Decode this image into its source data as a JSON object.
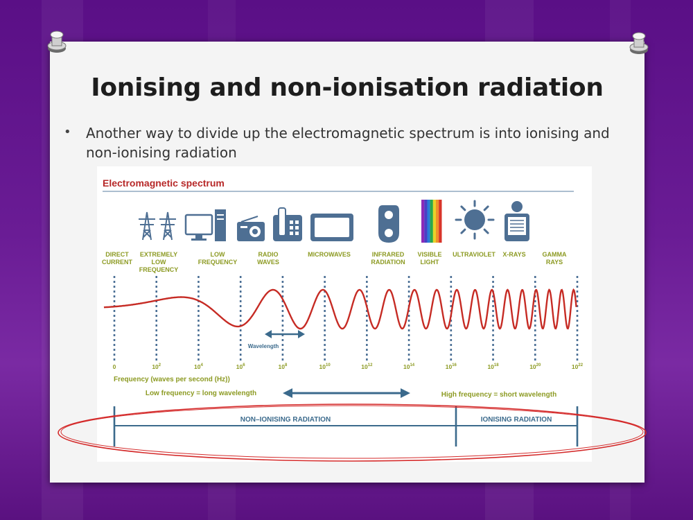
{
  "slide": {
    "title": "Ionising and non-ionisation radiation",
    "bullet_marker": "•",
    "bullet_text": "Another way to divide up the electromagnetic spectrum is into ionising and non-ionising radiation"
  },
  "figure": {
    "title": "Electromagnetic spectrum",
    "bands": [
      {
        "label": [
          "DIRECT",
          "CURRENT"
        ],
        "icon": "none"
      },
      {
        "label": [
          "EXTREMELY",
          "LOW",
          "FREQUENCY"
        ],
        "icon": "power-pylon-icon"
      },
      {
        "label": [
          "LOW",
          "FREQUENCY"
        ],
        "icon": "computer-icon"
      },
      {
        "label": [
          "RADIO",
          "WAVES"
        ],
        "icon": "radio-icon"
      },
      {
        "label": [
          "MICROWAVES"
        ],
        "icon": "microwave-oven-icon"
      },
      {
        "label": [
          "INFRARED",
          "RADIATION"
        ],
        "icon": "remote-control-icon"
      },
      {
        "label": [
          "VISIBLE",
          "LIGHT"
        ],
        "icon": "rainbow-icon"
      },
      {
        "label": [
          "ULTRAVIOLET"
        ],
        "icon": "sun-icon"
      },
      {
        "label": [
          "X-RAYS"
        ],
        "icon": "xray-person-icon"
      },
      {
        "label": [
          "GAMMA",
          "RAYS"
        ],
        "icon": "none"
      }
    ],
    "frequency_ticks": [
      {
        "base": "0",
        "exp": ""
      },
      {
        "base": "10",
        "exp": "2"
      },
      {
        "base": "10",
        "exp": "4"
      },
      {
        "base": "10",
        "exp": "6"
      },
      {
        "base": "10",
        "exp": "8"
      },
      {
        "base": "10",
        "exp": "10"
      },
      {
        "base": "10",
        "exp": "12"
      },
      {
        "base": "10",
        "exp": "14"
      },
      {
        "base": "10",
        "exp": "16"
      },
      {
        "base": "10",
        "exp": "18"
      },
      {
        "base": "10",
        "exp": "20"
      },
      {
        "base": "10",
        "exp": "22"
      }
    ],
    "wavelength_label": "Wavelength",
    "axis_label": "Frequency (waves per second (Hz))",
    "low_freq_text": "Low frequency = long wavelength",
    "high_freq_text": "High frequency = short wavelength",
    "non_ionising_label": "NON–IONISING RADIATION",
    "ionising_label": "IONISING RADIATION"
  },
  "colors": {
    "background": "#5a0f86",
    "wave": "#c62b24",
    "accent_blue": "#3b6a8c",
    "label_green": "#8c9a22",
    "title_red": "#b72828",
    "highlight_ellipse": "#d42a2a"
  }
}
